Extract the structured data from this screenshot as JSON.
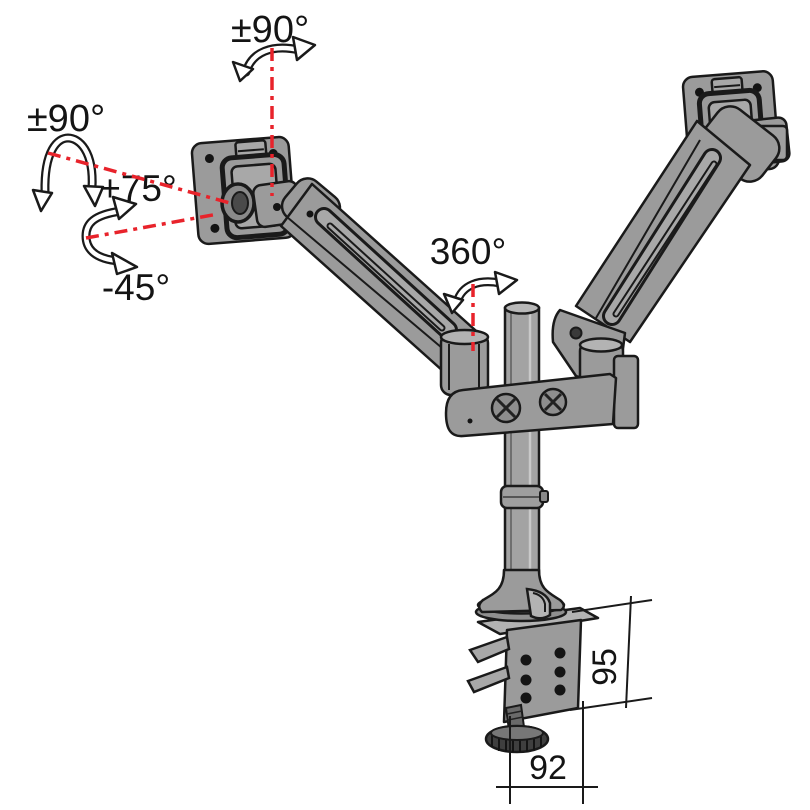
{
  "page": {
    "background": "#ffffff"
  },
  "colors": {
    "accent_red": "#e8232b",
    "part_gray": "#9b9b9b",
    "outline_black": "#1a1a1a"
  },
  "annotations": {
    "monitor_swivel_top": "±90°",
    "monitor_rotation_left": "±90°",
    "tilt_up": "+75°",
    "tilt_down": "-45°",
    "arm_rotation": "360°"
  },
  "dimensions": {
    "clamp_height_mm": "95",
    "clamp_depth_mm": "92"
  }
}
